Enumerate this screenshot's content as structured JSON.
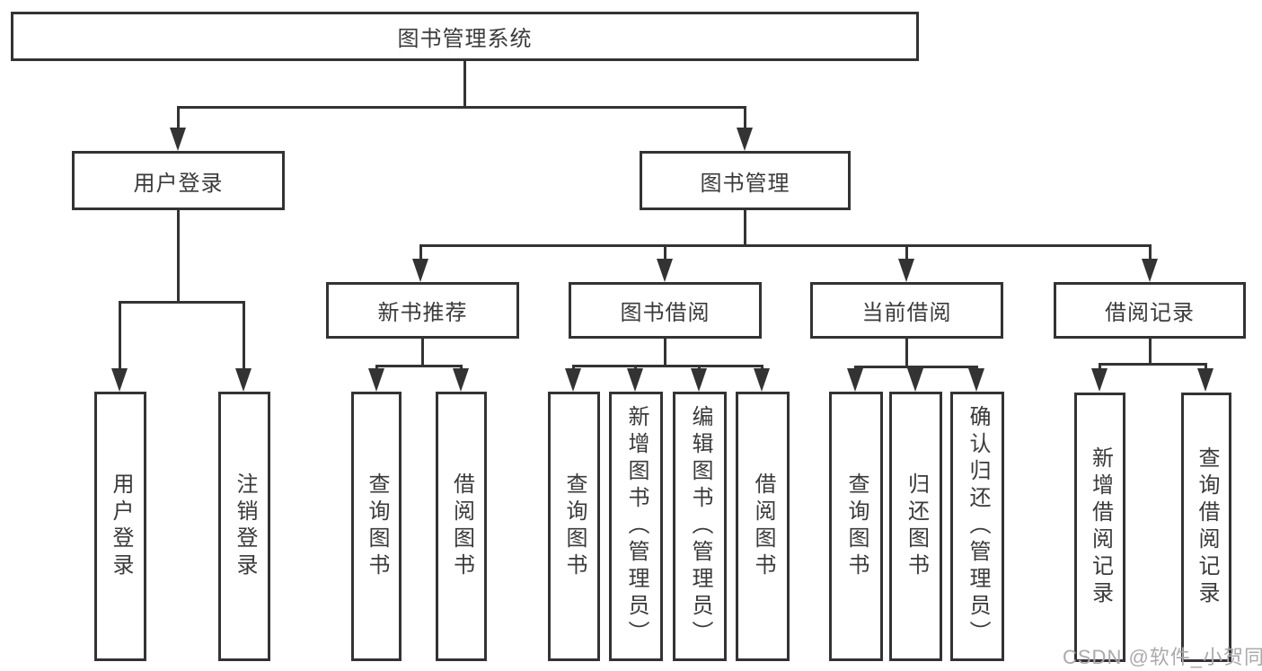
{
  "title": "图书管理系统",
  "level2": {
    "user_login": "用户登录",
    "book_management": "图书管理"
  },
  "level3": {
    "new_book_recommend": "新书推荐",
    "book_borrow": "图书借阅",
    "current_borrow": "当前借阅",
    "borrow_records": "借阅记录"
  },
  "leaves": {
    "user_login": [
      "用户登录",
      "注销登录"
    ],
    "new_book_recommend": [
      "查询图书",
      "借阅图书"
    ],
    "book_borrow": [
      "查询图书",
      "新增图书（管理员）",
      "编辑图书（管理员）",
      "借阅图书"
    ],
    "current_borrow": [
      "查询图书",
      "归还图书",
      "确认归还（管理员）"
    ],
    "borrow_records": [
      "新增借阅记录",
      "查询借阅记录"
    ]
  },
  "watermark": "CSDN @软件_小贺同学",
  "colors": {
    "line": "#333333",
    "text": "#3a3a3a",
    "background": "#ffffff",
    "watermark": "#aaaaaa"
  }
}
